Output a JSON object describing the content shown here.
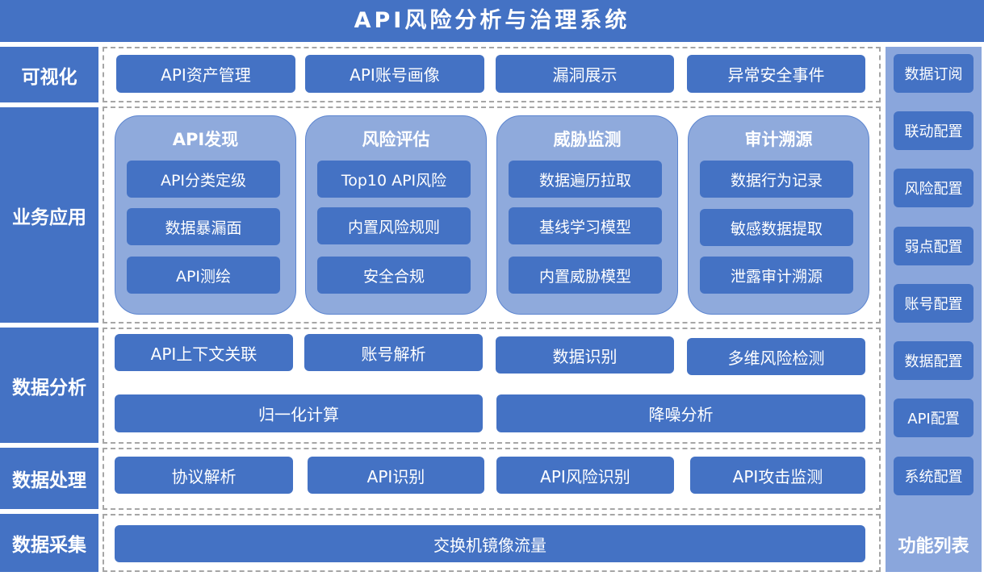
{
  "title": "API风险分析与治理系统",
  "layers": {
    "visualization": "可视化",
    "business": "业务应用",
    "analysis": "数据分析",
    "processing": "数据处理",
    "collection": "数据采集"
  },
  "visualization": {
    "items": [
      "API资产管理",
      "API账号画像",
      "漏洞展示",
      "异常安全事件"
    ]
  },
  "business": {
    "panels": [
      {
        "title": "API发现",
        "items": [
          "API分类定级",
          "数据暴漏面",
          "API测绘"
        ]
      },
      {
        "title": "风险评估",
        "items": [
          "Top10 API风险",
          "内置风险规则",
          "安全合规"
        ]
      },
      {
        "title": "威胁监测",
        "items": [
          "数据遍历拉取",
          "基线学习模型",
          "内置威胁模型"
        ]
      },
      {
        "title": "审计溯源",
        "items": [
          "数据行为记录",
          "敏感数据提取",
          "泄露审计溯源"
        ]
      }
    ]
  },
  "analysis": {
    "row1": [
      "API上下文关联",
      "账号解析",
      "数据识别",
      "多维风险检测"
    ],
    "row2": [
      "归一化计算",
      "降噪分析"
    ]
  },
  "processing": {
    "items": [
      "协议解析",
      "API识别",
      "API风险识别",
      "API攻击监测"
    ]
  },
  "collection": {
    "items": [
      "交换机镜像流量"
    ]
  },
  "function_list": {
    "title": "功能列表",
    "items": [
      "数据订阅",
      "联动配置",
      "风险配置",
      "弱点配置",
      "账号配置",
      "数据配置",
      "API配置",
      "系统配置"
    ]
  },
  "colors": {
    "primary": "#4472C4",
    "panel": "#8FAADC",
    "side": "#8AA6DC",
    "dashed_border": "#A6A6A6",
    "text": "#FFFFFF"
  }
}
